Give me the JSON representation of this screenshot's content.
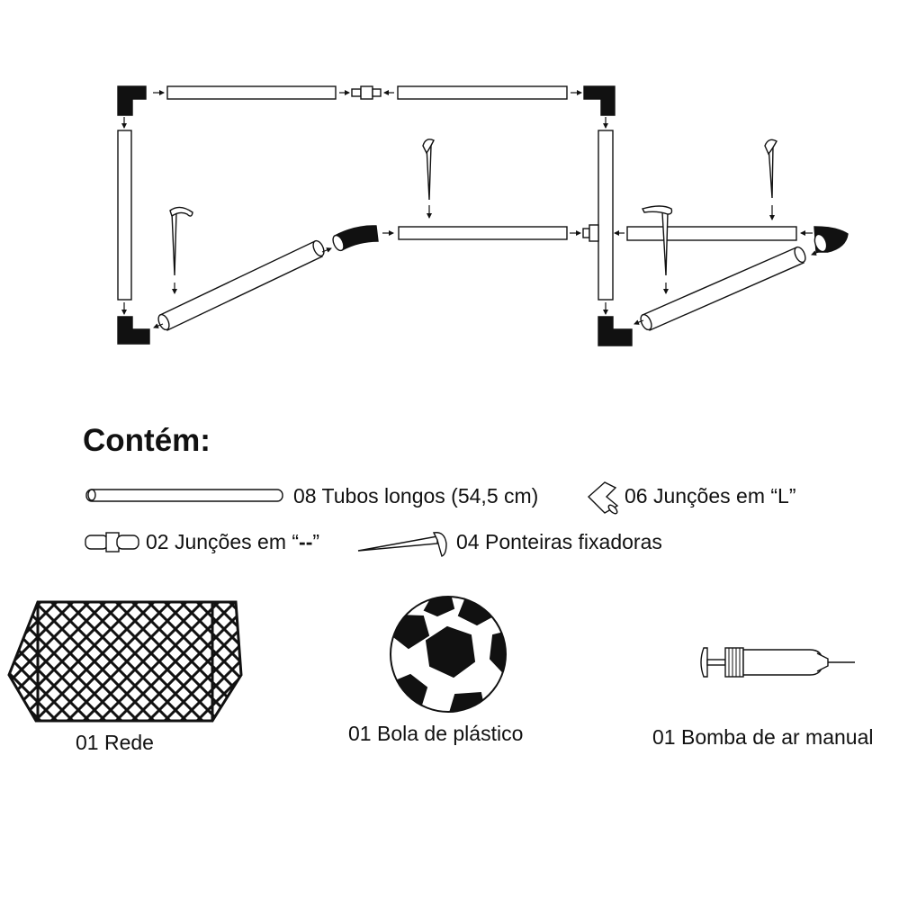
{
  "title": "Contém:",
  "items": {
    "tubes": "08 Tubos longos (54,5 cm)",
    "l_joints": "06 Junções em “L”",
    "straight_joints_prefix": "02 Junções em “",
    "straight_joints_bold": "--",
    "straight_joints_suffix": "”",
    "stakes": "04 Ponteiras fixadoras",
    "net": "01 Rede",
    "ball": "01 Bola de plástico",
    "pump": "01 Bomba de ar manual"
  },
  "icons": [
    "tube-icon",
    "l-joint-icon",
    "straight-joint-icon",
    "stake-icon",
    "net-icon",
    "soccer-ball-icon",
    "pump-icon"
  ],
  "colors": {
    "ink": "#111111",
    "background": "#ffffff"
  }
}
